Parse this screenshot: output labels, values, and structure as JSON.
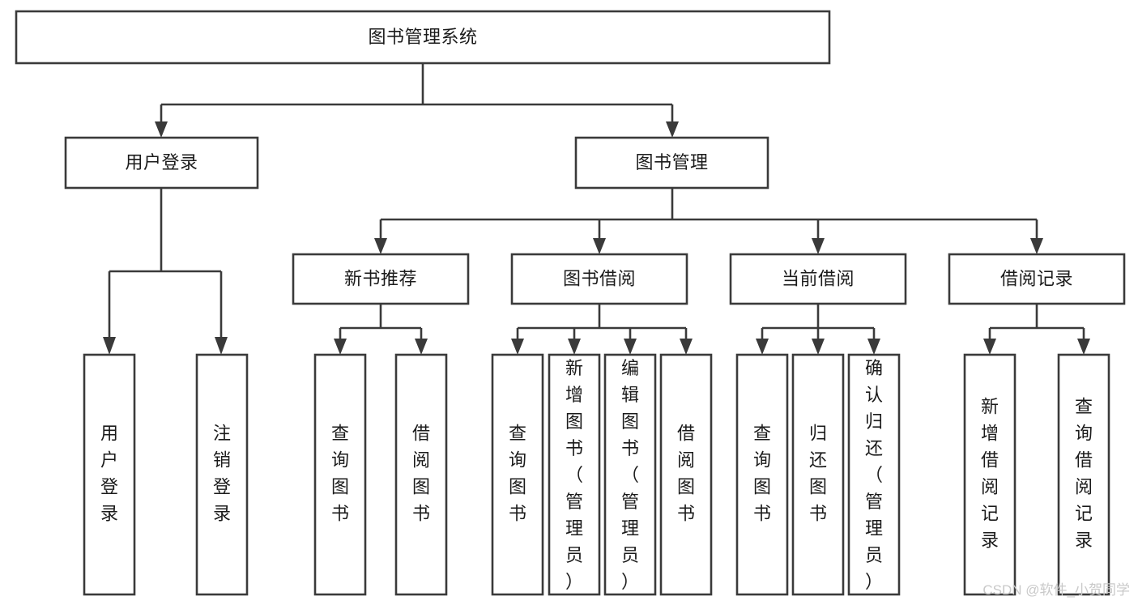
{
  "page": {
    "title": "图书管理系统",
    "watermark": "CSDN @软件_小贺同学",
    "background_color": "#ffffff",
    "line_color": "#3a3a3a",
    "text_color": "#1b1b1b",
    "watermark_color": "#c9c9c9"
  },
  "diagram": {
    "type": "tree",
    "orientation": "top-down",
    "root": {
      "id": "root",
      "label": "图书管理系统",
      "text_orientation": "horizontal"
    },
    "level2": [
      {
        "id": "user-login",
        "label": "用户登录",
        "text_orientation": "horizontal"
      },
      {
        "id": "book-management",
        "label": "图书管理",
        "text_orientation": "horizontal"
      }
    ],
    "level3": [
      {
        "id": "new-book-recommend",
        "label": "新书推荐",
        "parent": "book-management",
        "text_orientation": "horizontal"
      },
      {
        "id": "book-borrow",
        "label": "图书借阅",
        "parent": "book-management",
        "text_orientation": "horizontal"
      },
      {
        "id": "current-borrow",
        "label": "当前借阅",
        "parent": "book-management",
        "text_orientation": "horizontal"
      },
      {
        "id": "borrow-record",
        "label": "借阅记录",
        "parent": "book-management",
        "text_orientation": "horizontal"
      }
    ],
    "leaves": [
      {
        "id": "leaf-user-login",
        "label": "用户登录",
        "parent": "user-login",
        "text_orientation": "vertical"
      },
      {
        "id": "leaf-user-logout",
        "label": "注销登录",
        "parent": "user-login",
        "text_orientation": "vertical"
      },
      {
        "id": "leaf-query-book-1",
        "label": "查询图书",
        "parent": "new-book-recommend",
        "text_orientation": "vertical"
      },
      {
        "id": "leaf-borrow-book-1",
        "label": "借阅图书",
        "parent": "new-book-recommend",
        "text_orientation": "vertical"
      },
      {
        "id": "leaf-query-book-2",
        "label": "查询图书",
        "parent": "book-borrow",
        "text_orientation": "vertical"
      },
      {
        "id": "leaf-add-book",
        "label": "新增图书（管理员）",
        "parent": "book-borrow",
        "text_orientation": "vertical"
      },
      {
        "id": "leaf-edit-book",
        "label": "编辑图书（管理员）",
        "parent": "book-borrow",
        "text_orientation": "vertical"
      },
      {
        "id": "leaf-borrow-book-2",
        "label": "借阅图书",
        "parent": "book-borrow",
        "text_orientation": "vertical"
      },
      {
        "id": "leaf-query-book-3",
        "label": "查询图书",
        "parent": "current-borrow",
        "text_orientation": "vertical"
      },
      {
        "id": "leaf-return-book",
        "label": "归还图书",
        "parent": "current-borrow",
        "text_orientation": "vertical"
      },
      {
        "id": "leaf-confirm-return",
        "label": "确认归还（管理员）",
        "parent": "current-borrow",
        "text_orientation": "vertical"
      },
      {
        "id": "leaf-add-record",
        "label": "新增借阅记录",
        "parent": "borrow-record",
        "text_orientation": "vertical"
      },
      {
        "id": "leaf-query-record",
        "label": "查询借阅记录",
        "parent": "borrow-record",
        "text_orientation": "vertical"
      }
    ]
  }
}
